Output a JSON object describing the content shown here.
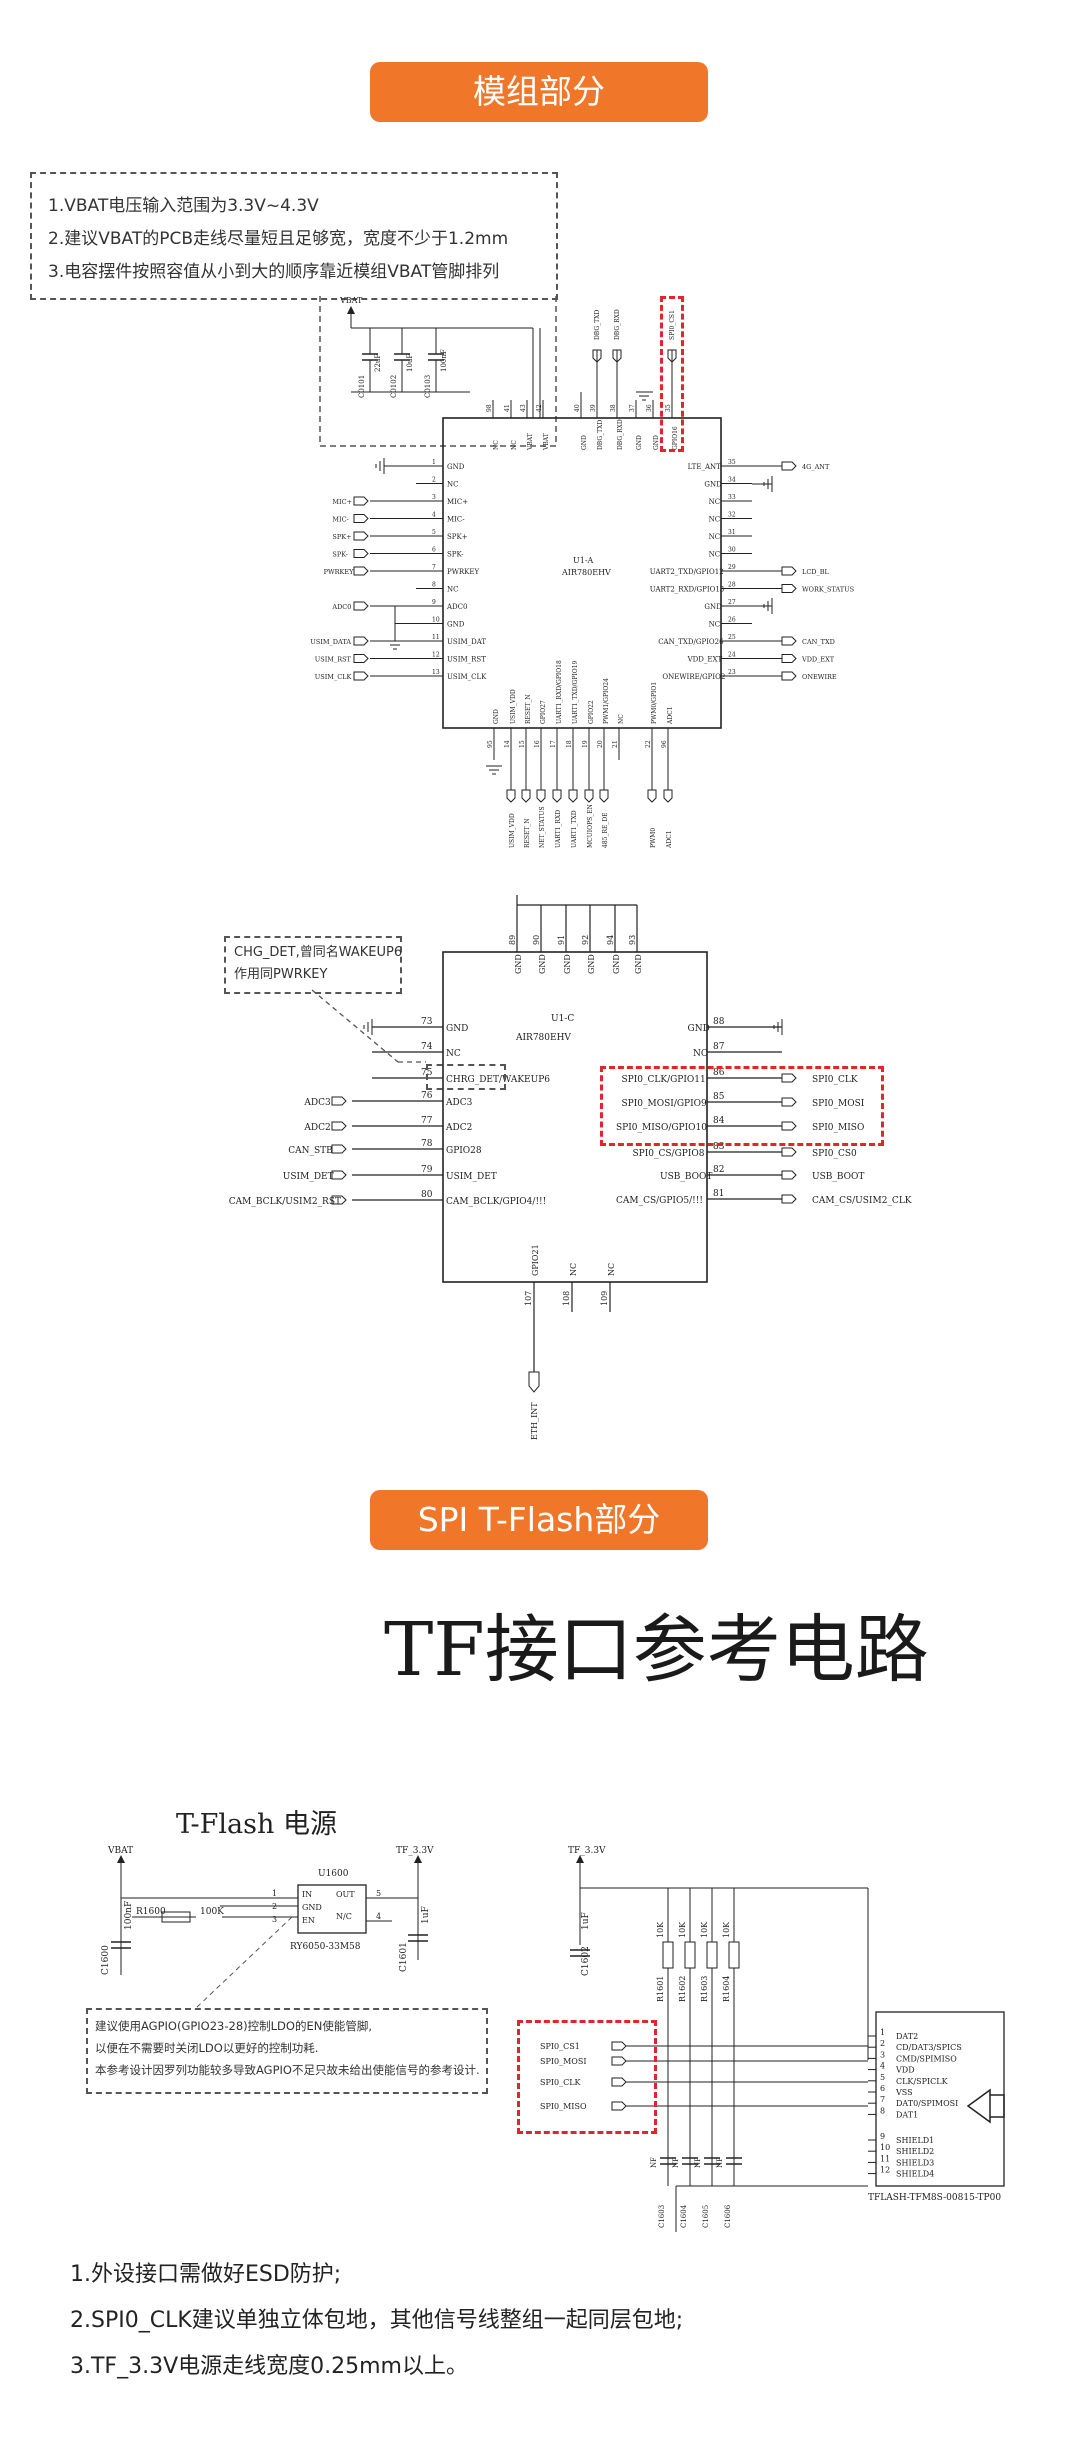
{
  "banners": {
    "module": "模组部分",
    "spi": "SPI T-Flash部分"
  },
  "module_notes": [
    "1.VBAT电压输入范围为3.3V~4.3V",
    "2.建议VBAT的PCB走线尽量短且足够宽，宽度不少于1.2mm",
    "3.电容摆件按照容值从小到大的顺序靠近模组VBAT管脚排列"
  ],
  "u1a": {
    "designator": "U1-A",
    "part": "AIR780EHV",
    "vbat": "VBAT",
    "caps": [
      "C0101",
      "C0102",
      "C0103"
    ],
    "cap_values": [
      "22uF",
      "10uF",
      "100nF"
    ],
    "top_nets": [
      "DBG_TXD",
      "DBG_RXD",
      "SPI0_CS1"
    ],
    "top_pins": [
      "98",
      "41",
      "43",
      "42",
      "40",
      "39",
      "38",
      "37",
      "36",
      "35"
    ],
    "top_labels": [
      "NC",
      "NC",
      "VBAT",
      "VBAT",
      "GND",
      "DBG_TXD",
      "DBG_RXD",
      "GND",
      "GND",
      "GPIO16"
    ],
    "left_pins": [
      {
        "num": "1",
        "pin": "GND",
        "net": ""
      },
      {
        "num": "2",
        "pin": "NC",
        "net": ""
      },
      {
        "num": "3",
        "pin": "MIC+",
        "net": "MIC+"
      },
      {
        "num": "4",
        "pin": "MIC-",
        "net": "MIC-"
      },
      {
        "num": "5",
        "pin": "SPK+",
        "net": "SPK+"
      },
      {
        "num": "6",
        "pin": "SPK-",
        "net": "SPK-"
      },
      {
        "num": "7",
        "pin": "PWRKEY",
        "net": "PWRKEY"
      },
      {
        "num": "8",
        "pin": "NC",
        "net": ""
      },
      {
        "num": "9",
        "pin": "ADC0",
        "net": "ADC0"
      },
      {
        "num": "10",
        "pin": "GND",
        "net": ""
      },
      {
        "num": "11",
        "pin": "USIM_DAT",
        "net": "USIM_DATA"
      },
      {
        "num": "12",
        "pin": "USIM_RST",
        "net": "USIM_RST"
      },
      {
        "num": "13",
        "pin": "USIM_CLK",
        "net": "USIM_CLK"
      }
    ],
    "right_pins": [
      {
        "num": "35",
        "pin": "LTE_ANT",
        "net": "4G_ANT"
      },
      {
        "num": "34",
        "pin": "GND",
        "net": ""
      },
      {
        "num": "33",
        "pin": "NC",
        "net": ""
      },
      {
        "num": "32",
        "pin": "NC",
        "net": ""
      },
      {
        "num": "31",
        "pin": "NC",
        "net": ""
      },
      {
        "num": "30",
        "pin": "NC",
        "net": ""
      },
      {
        "num": "29",
        "pin": "UART2_TXD/GPIO12",
        "net": "LCD_BL"
      },
      {
        "num": "28",
        "pin": "UART2_RXD/GPIO13",
        "net": "WORK_STATUS"
      },
      {
        "num": "27",
        "pin": "GND",
        "net": ""
      },
      {
        "num": "26",
        "pin": "NC",
        "net": ""
      },
      {
        "num": "25",
        "pin": "CAN_TXD/GPIO26",
        "net": "CAN_TXD"
      },
      {
        "num": "24",
        "pin": "VDD_EXT",
        "net": "VDD_EXT"
      },
      {
        "num": "23",
        "pin": "ONEWIRE/GPIO2",
        "net": "ONEWIRE"
      }
    ],
    "bottom_pins": [
      "95",
      "14",
      "15",
      "16",
      "17",
      "18",
      "19",
      "20",
      "21",
      "22",
      "96"
    ],
    "bottom_labels": [
      "GND",
      "USIM_VDD",
      "RESET_N",
      "GPIO27",
      "UART1_RXD/GPIO18",
      "UART1_TXD/GPIO19",
      "GPIO22",
      "PWM1/GPIO24",
      "NC",
      "PWM0/GPIO1",
      "ADC1"
    ],
    "bottom_nets": [
      "USIM_VDD",
      "RESET_N",
      "NET_STATUS",
      "UART1_RXD",
      "UART1_TXD",
      "MCUIOPS_EN",
      "485_RE_DE",
      "PWM0",
      "ADC1"
    ]
  },
  "u1c": {
    "designator": "U1-C",
    "part": "AIR780EHV",
    "top_pins": [
      "89",
      "90",
      "91",
      "92",
      "94",
      "93"
    ],
    "top_labels": [
      "GND",
      "GND",
      "GND",
      "GND",
      "GND",
      "GND"
    ],
    "note_lines": [
      "CHG_DET,曾同名WAKEUP6",
      "作用同PWRKEY"
    ],
    "left_pins": [
      {
        "num": "73",
        "pin": "GND",
        "net": ""
      },
      {
        "num": "74",
        "pin": "NC",
        "net": ""
      },
      {
        "num": "75",
        "pin": "CHRG_DET/WAKEUP6",
        "net": ""
      },
      {
        "num": "76",
        "pin": "ADC3",
        "net": "ADC3"
      },
      {
        "num": "77",
        "pin": "ADC2",
        "net": "ADC2"
      },
      {
        "num": "78",
        "pin": "GPIO28",
        "net": "CAN_STB"
      },
      {
        "num": "79",
        "pin": "USIM_DET",
        "net": "USIM_DET"
      },
      {
        "num": "80",
        "pin": "CAM_BCLK/GPIO4/!!!",
        "net": "CAM_BCLK/USIM2_RST"
      }
    ],
    "right_pins": [
      {
        "num": "88",
        "pin": "GND",
        "net": ""
      },
      {
        "num": "87",
        "pin": "NC",
        "net": ""
      },
      {
        "num": "86",
        "pin": "SPI0_CLK/GPIO11",
        "net": "SPI0_CLK"
      },
      {
        "num": "85",
        "pin": "SPI0_MOSI/GPIO9",
        "net": "SPI0_MOSI"
      },
      {
        "num": "84",
        "pin": "SPI0_MISO/GPIO10",
        "net": "SPI0_MISO"
      },
      {
        "num": "83",
        "pin": "SPI0_CS/GPIO8",
        "net": "SPI0_CS0"
      },
      {
        "num": "82",
        "pin": "USB_BOOT",
        "net": "USB_BOOT"
      },
      {
        "num": "81",
        "pin": "CAM_CS/GPIO5/!!!",
        "net": "CAM_CS/USIM2_CLK"
      }
    ],
    "bottom_pins": [
      "107",
      "108",
      "109"
    ],
    "bottom_labels": [
      "GPIO21",
      "NC",
      "NC"
    ],
    "bottom_net": "ETH_INT"
  },
  "tf": {
    "heading": "TF接口参考电路",
    "power_title": "T-Flash 电源",
    "vbat": "VBAT",
    "tf33": "TF_3.3V",
    "u1600": "U1600",
    "ldo_part": "RY6050-33M58",
    "ldo_pins_left": [
      "IN",
      "GND",
      "EN"
    ],
    "ldo_pins_right": [
      "OUT",
      "N/C"
    ],
    "ldo_nums_left": [
      "1",
      "2",
      "3"
    ],
    "ldo_nums_right": [
      "5",
      "4"
    ],
    "r1600": "R1600",
    "r1600_val": "100K",
    "c1600": "C1600",
    "c1600_val": "100nF",
    "c1601": "C1601",
    "c1601_val": "1uF",
    "ldo_notes": [
      "建议使用AGPIO(GPIO23-28)控制LDO的EN使能管脚,",
      "以便在不需要时关闭LDO以更好的控制功耗.",
      "本参考设计因罗列功能较多导致AGPIO不足只故未给出使能信号的参考设计."
    ],
    "tf33_2": "TF_3.3V",
    "c1602": "C1602",
    "c1602_val": "1uF",
    "pullups": [
      "R1601",
      "R1602",
      "R1603",
      "R1604"
    ],
    "pullup_val": "10K",
    "spi_nets": [
      "SPI0_CS1",
      "SPI0_MOSI",
      "SPI0_CLK",
      "SPI0_MISO"
    ],
    "bottom_caps": [
      "C1603",
      "C1604",
      "C1605",
      "C1606"
    ],
    "bottom_cap_val": "NF",
    "conn_pins": [
      {
        "num": "1",
        "name": "DAT2"
      },
      {
        "num": "2",
        "name": "CD/DAT3/SPICS"
      },
      {
        "num": "3",
        "name": "CMD/SPIMISO"
      },
      {
        "num": "4",
        "name": "VDD"
      },
      {
        "num": "5",
        "name": "CLK/SPICLK"
      },
      {
        "num": "6",
        "name": "VSS"
      },
      {
        "num": "7",
        "name": "DAT0/SPIMOSI"
      },
      {
        "num": "8",
        "name": "DAT1"
      },
      {
        "num": "9",
        "name": "SHIELD1"
      },
      {
        "num": "10",
        "name": "SHIELD2"
      },
      {
        "num": "11",
        "name": "SHIELD3"
      },
      {
        "num": "12",
        "name": "SHIELD4"
      }
    ],
    "connector_part": "TFLASH-TFM8S-00815-TP00"
  },
  "bottom_notes": [
    "1.外设接口需做好ESD防护;",
    "2.SPI0_CLK建议单独立体包地，其他信号线整组一起同层包地;",
    "3.TF_3.3V电源走线宽度0.25mm以上。"
  ],
  "colors": {
    "accent": "#f0772a",
    "highlight": "#e0262c"
  }
}
